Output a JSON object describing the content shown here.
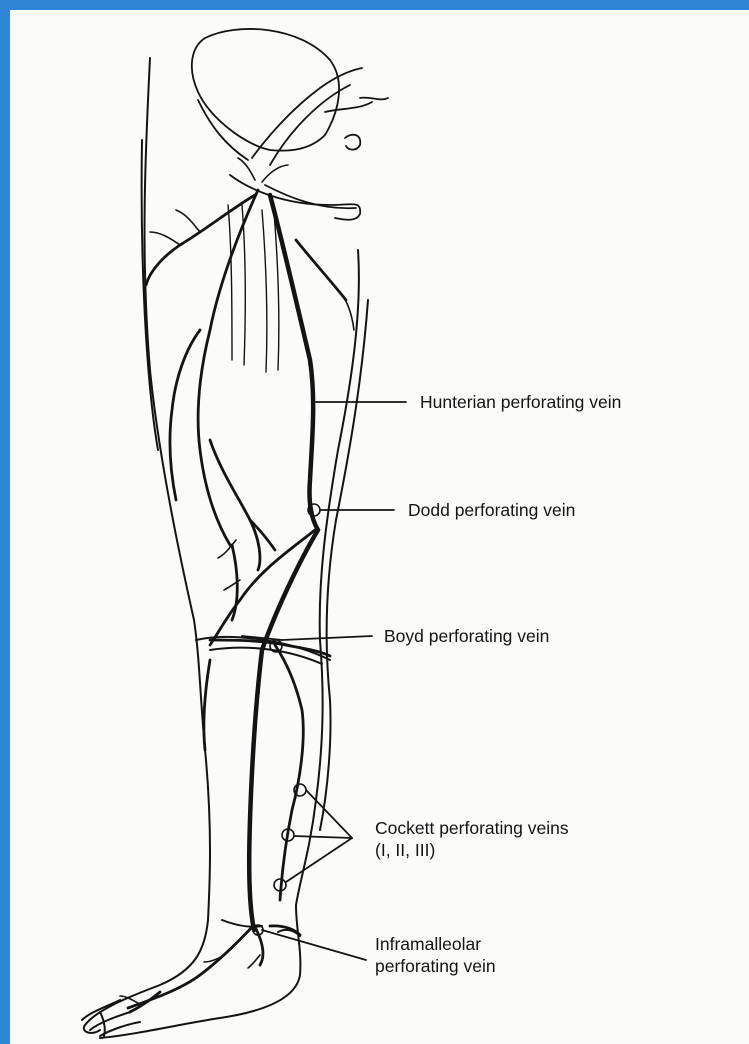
{
  "colors": {
    "frame": "#2e86d4",
    "paper": "#fbfbf9",
    "ink": "#141414"
  },
  "labels": {
    "hunterian": "Hunterian perforating vein",
    "dodd": "Dodd perforating vein",
    "boyd": "Boyd perforating vein",
    "cockett_line1": "Cockett perforating veins",
    "cockett_line2": "(I, II, III)",
    "inframalleolar_line1": "Inframalleolar",
    "inframalleolar_line2": "perforating vein"
  }
}
